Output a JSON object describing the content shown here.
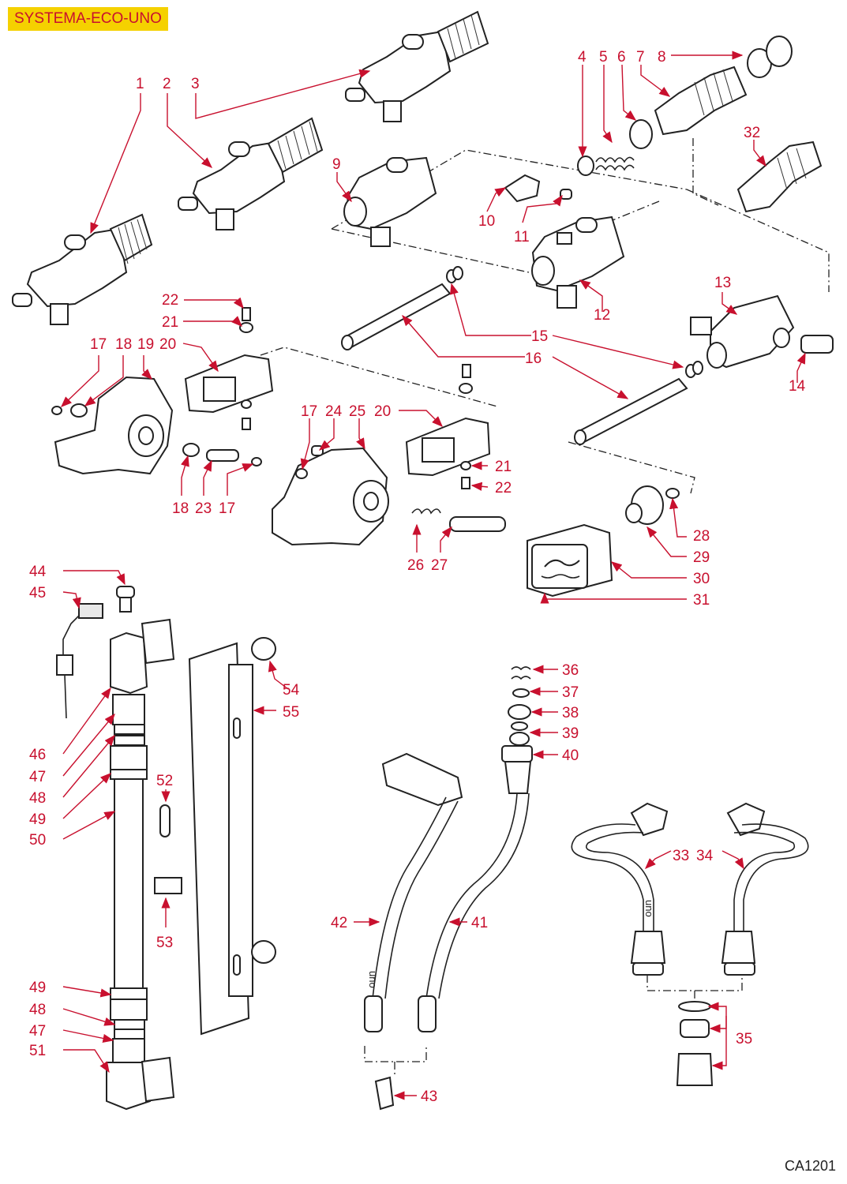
{
  "title": "SYSTEMA-ECO-UNO",
  "drawing_code": "CA1201",
  "colors": {
    "title_bg": "#f5d100",
    "callout": "#c8102e",
    "line": "#222222"
  },
  "callouts": [
    "1",
    "2",
    "3",
    "4",
    "5",
    "6",
    "7",
    "8",
    "9",
    "10",
    "11",
    "12",
    "13",
    "14",
    "15",
    "16",
    "17",
    "18",
    "19",
    "20",
    "21",
    "22",
    "23",
    "24",
    "25",
    "26",
    "27",
    "28",
    "29",
    "30",
    "31",
    "32",
    "33",
    "34",
    "35",
    "36",
    "37",
    "38",
    "39",
    "40",
    "41",
    "42",
    "43",
    "44",
    "45",
    "46",
    "47",
    "48",
    "49",
    "50",
    "51",
    "52",
    "53",
    "54",
    "55"
  ],
  "tube_prints": [
    "uno",
    "uno",
    "uno"
  ]
}
